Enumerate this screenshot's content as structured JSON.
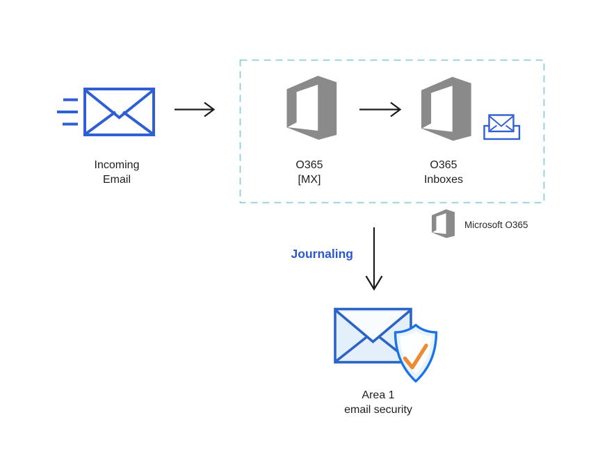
{
  "nodes": {
    "incoming_email": {
      "label": [
        "Incoming",
        "Email"
      ],
      "icon": "envelope-with-speed-lines-icon"
    },
    "o365_mx": {
      "label": [
        "O365",
        "[MX]"
      ],
      "icon": "office365-logo-icon"
    },
    "o365_inboxes": {
      "label": [
        "O365",
        "Inboxes"
      ],
      "icon": "office365-logo-icon",
      "secondary_icon": "inbox-tray-envelope-icon"
    },
    "area1": {
      "label": [
        "Area 1",
        "email security"
      ],
      "icon": "envelope-shield-checkmark-icon"
    }
  },
  "annotations": {
    "journaling_label": "Journaling",
    "legend_label": "Microsoft O365"
  },
  "flow": {
    "arrow_1": "incoming-email-to-o365-mx",
    "arrow_2": "o365-mx-to-o365-inboxes",
    "arrow_3": "o365-to-area1-journaling"
  },
  "colors": {
    "icon_blue": "#2f5fd2",
    "area1_envelope_blue": "#2b63c6",
    "shield_blue": "#1a73e8",
    "check_orange": "#ee8a31",
    "journaling_text_blue": "#2b57cf",
    "dashed_boundary_teal": "#8bcfda",
    "o365_gray": "#8a8a8a",
    "light_fill_blue": "#e3effa",
    "text_black": "#1e1e1e",
    "arrow_black": "#1a1a1a"
  }
}
